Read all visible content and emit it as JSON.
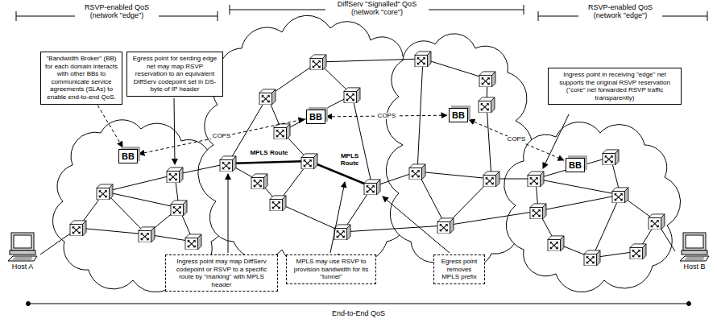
{
  "diagram": {
    "nodes": [
      {
        "text": [
          "\"Bandwidth Broker\" (BB) for each domain interacts with other BBs to communicate service agreements (SLAs) to enable end-to-end QoS."
        ]
      },
      {
        "text": [
          "Egress point for serding edge net may map RSVP reservation to an equivalent DiffServ codepoint set in DS-byte of IP header"
        ]
      },
      {
        "text": [
          "Ingress point in receiving \"edge\" net supports the original RSVP reservation (\"core\" net forwarded RSVP traffic transparently)"
        ]
      },
      {
        "text": [
          "Ingress point may map DiffServ codepoint or RSVP to a specific route by \"marking\" with MPLS header"
        ]
      },
      {
        "text": [
          "MPLS may use RSVP to provision bandwidth for its \"tunnel\""
        ]
      },
      {
        "text": [
          "Egress point removes MPLS prefix"
        ]
      },
      {
        "text": [
          "BB"
        ]
      },
      {
        "text": [
          "BB"
        ]
      },
      {
        "text": [
          "BB"
        ]
      },
      {
        "text": [
          "BB"
        ]
      },
      {
        "text": [
          "Host A"
        ]
      },
      {
        "text": [
          "Host B"
        ]
      }
    ],
    "edges": [
      {
        "from": 0,
        "to": 6,
        "arrow": "to"
      },
      {
        "from": 6,
        "to": 7,
        "label": "COPS",
        "arrow": "both"
      },
      {
        "from": 7,
        "to": 8,
        "label": "COPS",
        "arrow": "both"
      },
      {
        "from": 8,
        "to": 9,
        "label": "COPS",
        "arrow": "both"
      }
    ],
    "labels": [
      "RSVP-enabled QoS (network \"edge\")",
      "DiffServ \"Signalled\" QoS (network \"core\")",
      "RSVP-enabled QoS (network \"edge\")",
      "MPLS Route",
      "MPLS Route",
      "End-to-End QoS"
    ]
  }
}
